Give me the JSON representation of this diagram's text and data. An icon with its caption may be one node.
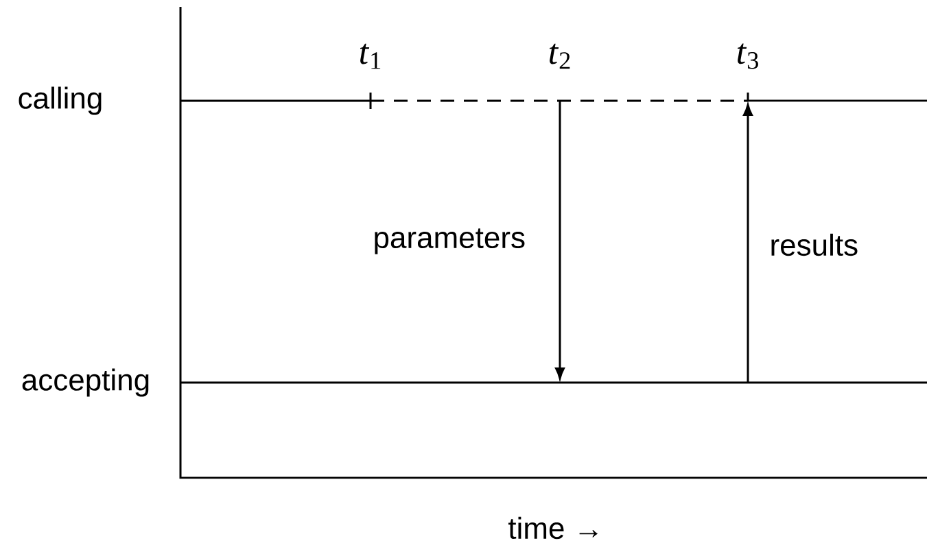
{
  "diagram": {
    "nodes": [
      {
        "text": [],
        "shape": "bar",
        "beside": [
          "calling"
        ]
      },
      {
        "text": [],
        "shape": "bar",
        "beside": [
          "accepting"
        ]
      }
    ],
    "edges": [
      {
        "from": 0,
        "to": 1,
        "arrow": "to",
        "label": "parameters"
      },
      {
        "from": 1,
        "to": 0,
        "arrow": "to",
        "label": "results"
      }
    ],
    "labels": [
      "*t*$_{1}$",
      "*t*$_{2}$",
      "*t*$_{3}$",
      "time  →"
    ]
  }
}
